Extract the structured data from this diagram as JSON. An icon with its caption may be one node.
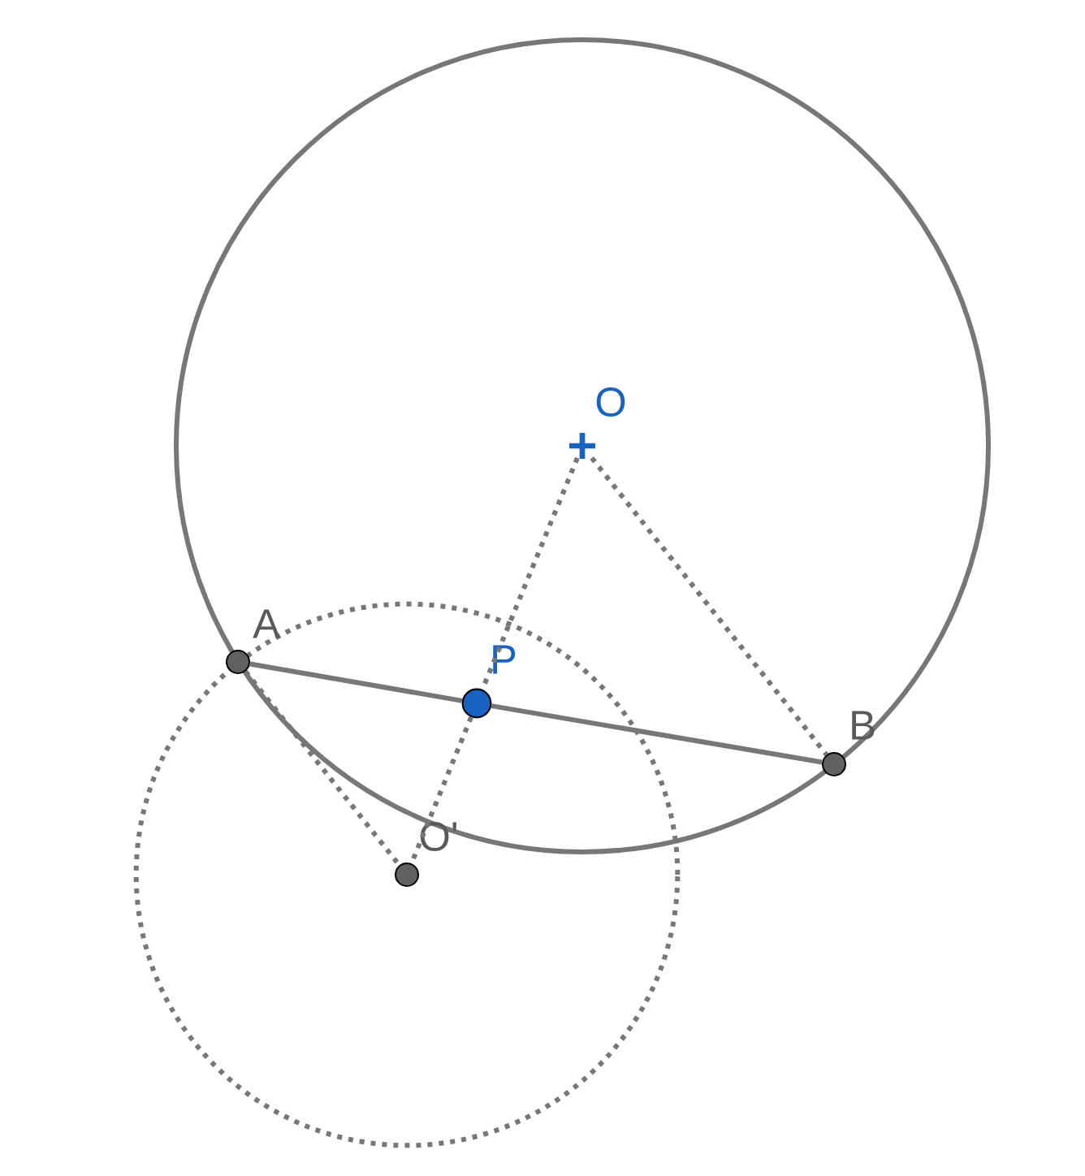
{
  "diagram": {
    "nodes": [
      {
        "text": [
          "O"
        ]
      },
      {
        "text": [
          "A"
        ]
      },
      {
        "text": [
          "P"
        ]
      },
      {
        "text": [
          "B"
        ]
      },
      {
        "text": [
          "O'"
        ]
      }
    ],
    "edges": [
      {
        "from": 1,
        "to": 2,
        "arrow": "none"
      },
      {
        "from": 2,
        "to": 3,
        "arrow": "none"
      },
      {
        "from": 0,
        "to": 2,
        "arrow": "none",
        "style": "dashed"
      },
      {
        "from": 2,
        "to": 4,
        "arrow": "none",
        "style": "dashed"
      },
      {
        "from": 0,
        "to": 3,
        "arrow": "none",
        "style": "dashed"
      },
      {
        "from": 1,
        "to": 4,
        "arrow": "none",
        "style": "dashed"
      }
    ]
  }
}
